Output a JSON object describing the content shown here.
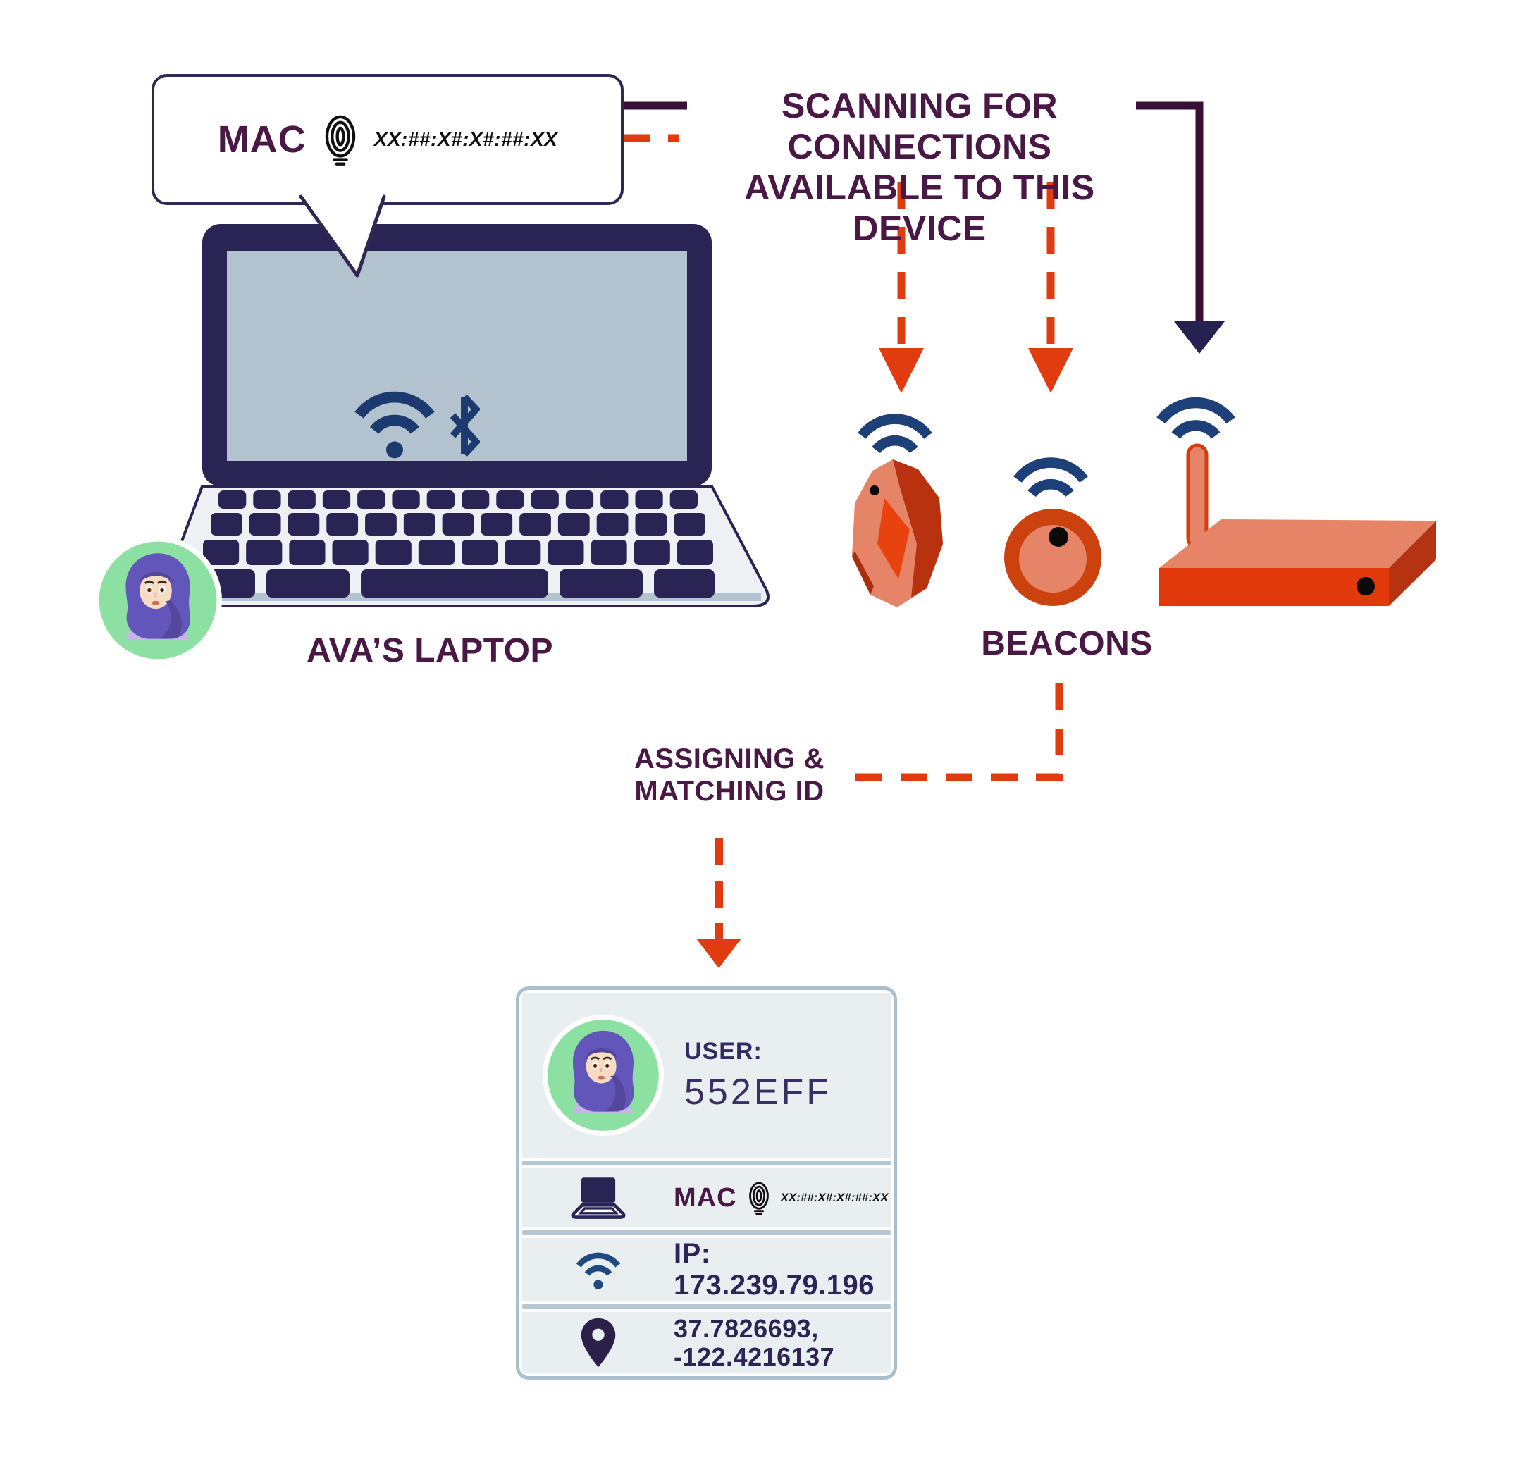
{
  "bubble": {
    "label": "MAC",
    "value": "XX:##:X#:X#:##:XX",
    "icon": "fingerprint-icon"
  },
  "scanning": {
    "line1": "SCANNING FOR CONNECTIONS",
    "line2": "AVAILABLE TO THIS DEVICE"
  },
  "laptop": {
    "label": "AVA’S LAPTOP",
    "screen_icons": [
      "wifi-icon",
      "bluetooth-icon"
    ],
    "avatar": "woman-with-headscarf-avatar"
  },
  "beacons": {
    "label": "BEACONS",
    "items": [
      "gem-beacon",
      "puck-beacon",
      "router-beacon"
    ],
    "signal_icon": "wifi-icon"
  },
  "assigning": {
    "line1": "ASSIGNING &",
    "line2": "MATCHING ID"
  },
  "card": {
    "user": {
      "label": "USER:",
      "value": "552EFF",
      "avatar": "woman-with-headscarf-avatar"
    },
    "mac": {
      "label": "MAC",
      "value": "XX:##:X#:X#:##:XX",
      "icons": [
        "laptop-icon",
        "fingerprint-icon"
      ]
    },
    "ip": {
      "value": "IP: 173.239.79.196",
      "icon": "wifi-icon"
    },
    "location": {
      "line1": "37.7826693,",
      "line2": "-122.4216137",
      "icon": "location-pin-icon"
    }
  },
  "colors": {
    "purple_text": "#4a1845",
    "line_purple": "#3a0f35",
    "navy": "#2a2455",
    "navy_text": "#2d2456",
    "indigo_text": "#332a5e",
    "red_orange": "#e13c10",
    "beacon_salmon": "#e58466",
    "beacon_dark_red": "#b93210",
    "wifi_blue": "#1d3f74",
    "screen_gray": "#b2c2cf",
    "avatar_green": "#8ce0a1",
    "card_bg": "#e9eef1",
    "card_border": "#aabfcc"
  }
}
